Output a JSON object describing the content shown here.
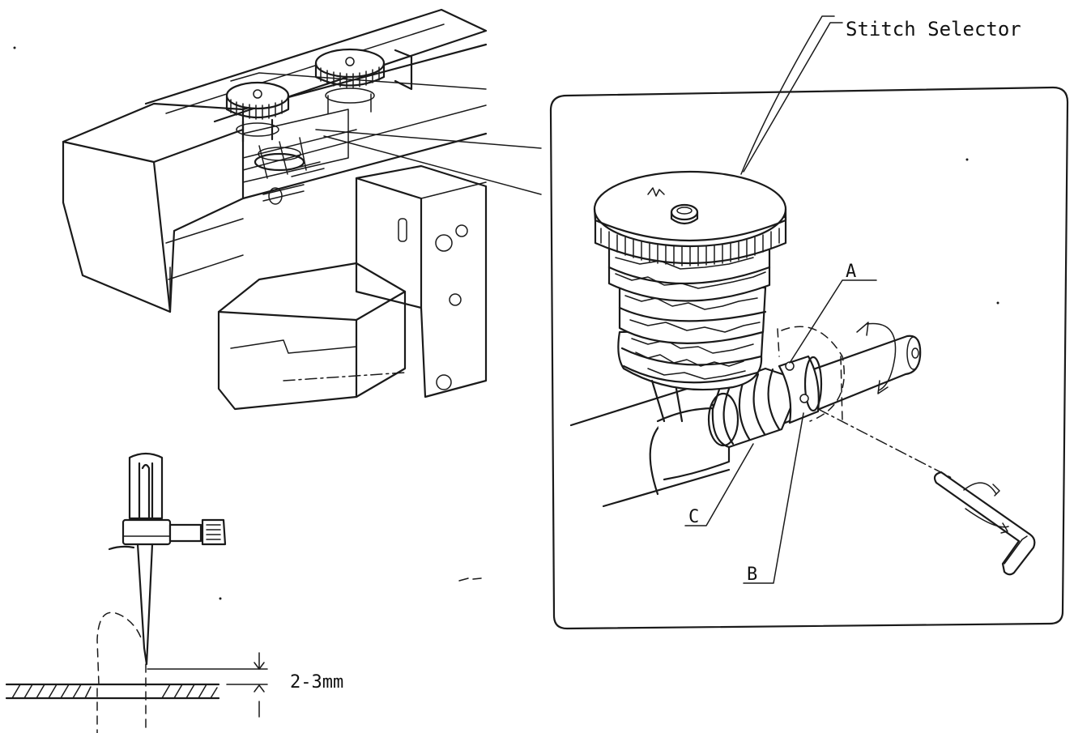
{
  "labels": {
    "stitch_selector": "Stitch Selector",
    "a": "A",
    "b": "B",
    "c": "C",
    "gap": "2-3mm"
  }
}
